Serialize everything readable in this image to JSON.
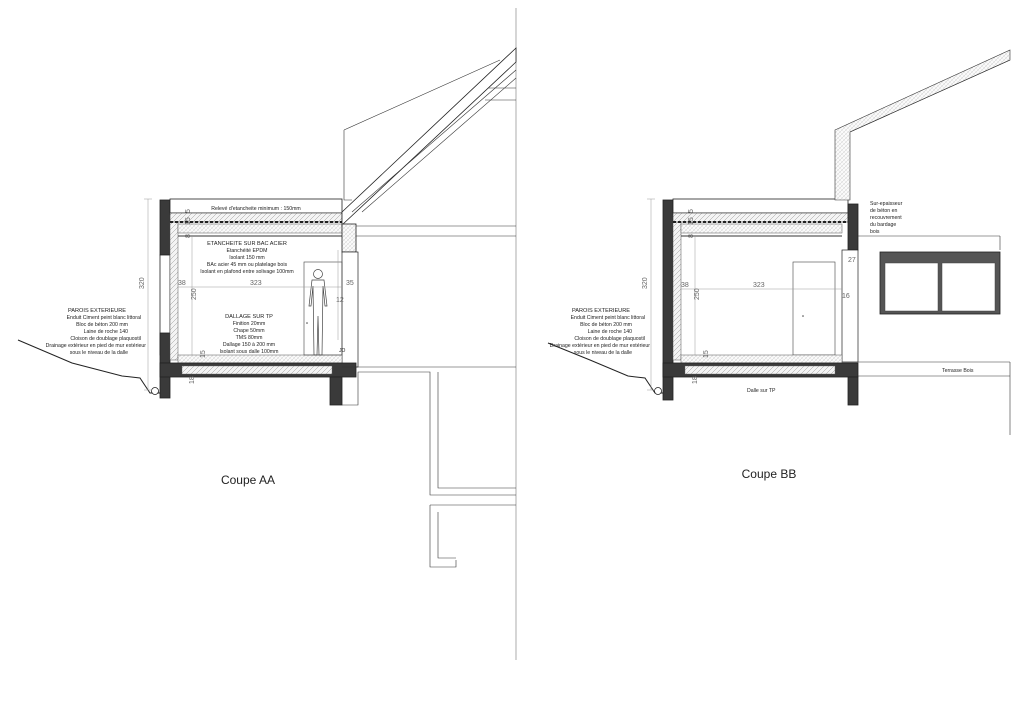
{
  "section_aa": {
    "title": "Coupe AA",
    "releve_note": "Relevé d'etancheite minimum : 150mm",
    "roof_buildup": [
      "ETANCHEITE SUR BAC ACIER",
      "Etanchéité EPDM",
      "Isolant 150 mm",
      "BAc acier 45 mm ou platelage bois",
      "Isolant en plafond entre solivage 100mm"
    ],
    "floor_buildup": [
      "DALLAGE SUR TP",
      "Finition 20mm",
      "Chape 50mm",
      "TMS 80mm",
      "Dallage 150 à 200 mm",
      "Isolant sous dalle 100mm"
    ],
    "wall_buildup": [
      "PAROIS EXTERIEURE",
      "Enduit Ciment peint blanc littoral",
      "Bloc de béton 200 mm",
      "Laine de roche 140",
      "Cloison de doublage plaquostil",
      "Drainage extérieur en pied de mur extérieur",
      "sous le niveau de la dalle"
    ],
    "dims": {
      "height_total": "320",
      "height_inner": "250",
      "width_inner": "323",
      "wall_left": "38",
      "wall_right": "35",
      "ceiling_a": "8",
      "ceiling_b": "15",
      "ceiling_c": "5",
      "floor_a": "15",
      "floor_b": "18",
      "opening": "12"
    }
  },
  "section_bb": {
    "title": "Coupe BB",
    "wall_buildup": [
      "PAROIS EXTERIEURE",
      "Enduit Ciment peint blanc littoral",
      "Bloc de béton 200 mm",
      "Laine de roche 140",
      "Cloison de doublage plaquostil",
      "Drainage extérieur en pied de mur extérieur",
      "sous le niveau de la dalle"
    ],
    "beton_note": [
      "Sur-epaisseur",
      "de béton en",
      "recouvrement",
      "du bardage",
      "bois"
    ],
    "terrasse_label": "Terrasse Bois",
    "dalle_label": "Dalle sur TP",
    "dims": {
      "height_total": "320",
      "height_inner": "250",
      "width_inner": "323",
      "wall_left": "38",
      "wall_right": "27",
      "step": "16",
      "ceiling_a": "8",
      "ceiling_b": "15",
      "ceiling_c": "5",
      "floor_a": "15",
      "floor_b": "18"
    }
  },
  "colors": {
    "concrete": "#3a3a3a",
    "insulation": "#e8e8e8",
    "line": "#333333",
    "window_glass": "#ffffff",
    "window_frame": "#555555"
  }
}
